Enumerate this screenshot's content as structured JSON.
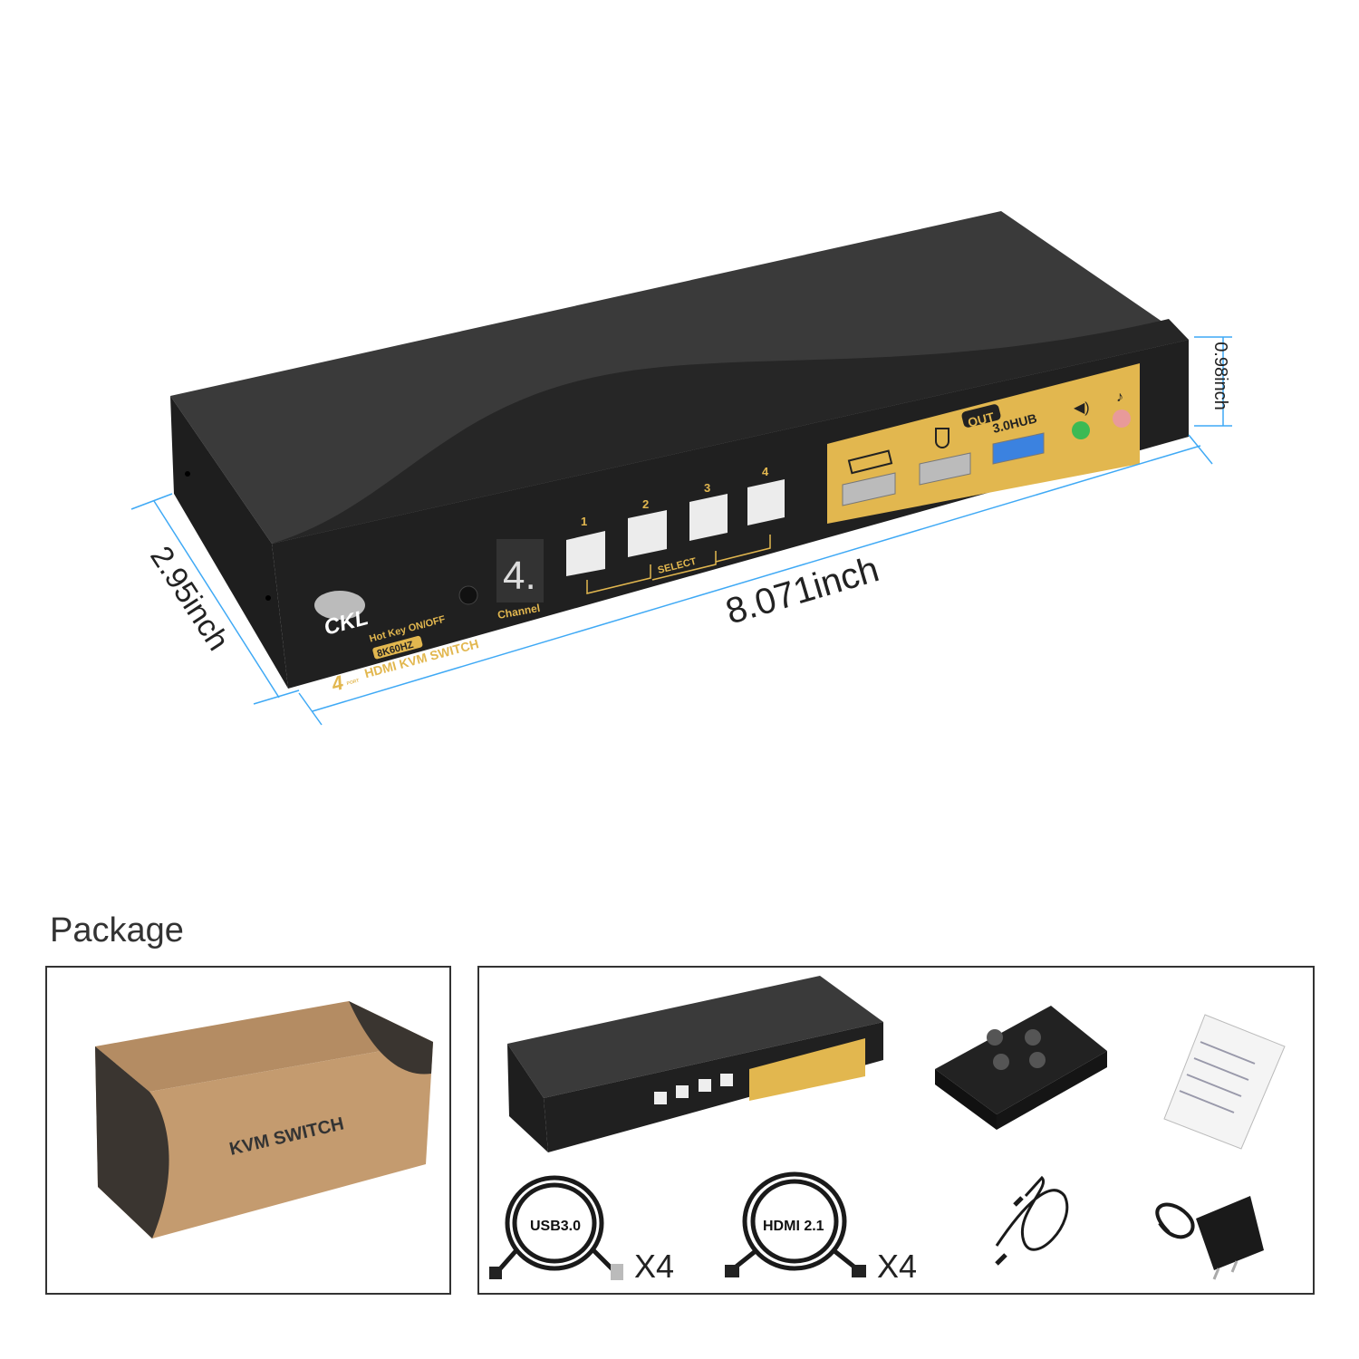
{
  "device": {
    "brand": "CKL",
    "hotkey_label": "Hot Key ON/OFF",
    "resolution_badge": "8K60HZ",
    "model_label": "HDMI KVM SWITCH",
    "port_count": "4",
    "port_word": "PORT",
    "channel_display": "4.",
    "channel_label": "Channel",
    "select_label": "SELECT",
    "select_buttons": [
      "1",
      "2",
      "3",
      "4"
    ],
    "out_badge": "OUT",
    "hub_label": "3.0HUB",
    "panel_icons": [
      "keyboard-icon",
      "mouse-icon",
      "speaker-icon",
      "microphone-icon"
    ],
    "colors": {
      "body": "#2b2b2b",
      "panel": "#e2b74f",
      "dimension": "#3fa9f5"
    }
  },
  "dimensions": {
    "width": "8.071inch",
    "depth": "2.95inch",
    "height": "0.98inch"
  },
  "package": {
    "title": "Package",
    "box_label": "KVM SWITCH",
    "items": [
      {
        "name": "USB3.0",
        "qty": "X4"
      },
      {
        "name": "HDMI 2.1",
        "qty": "X4"
      }
    ]
  }
}
